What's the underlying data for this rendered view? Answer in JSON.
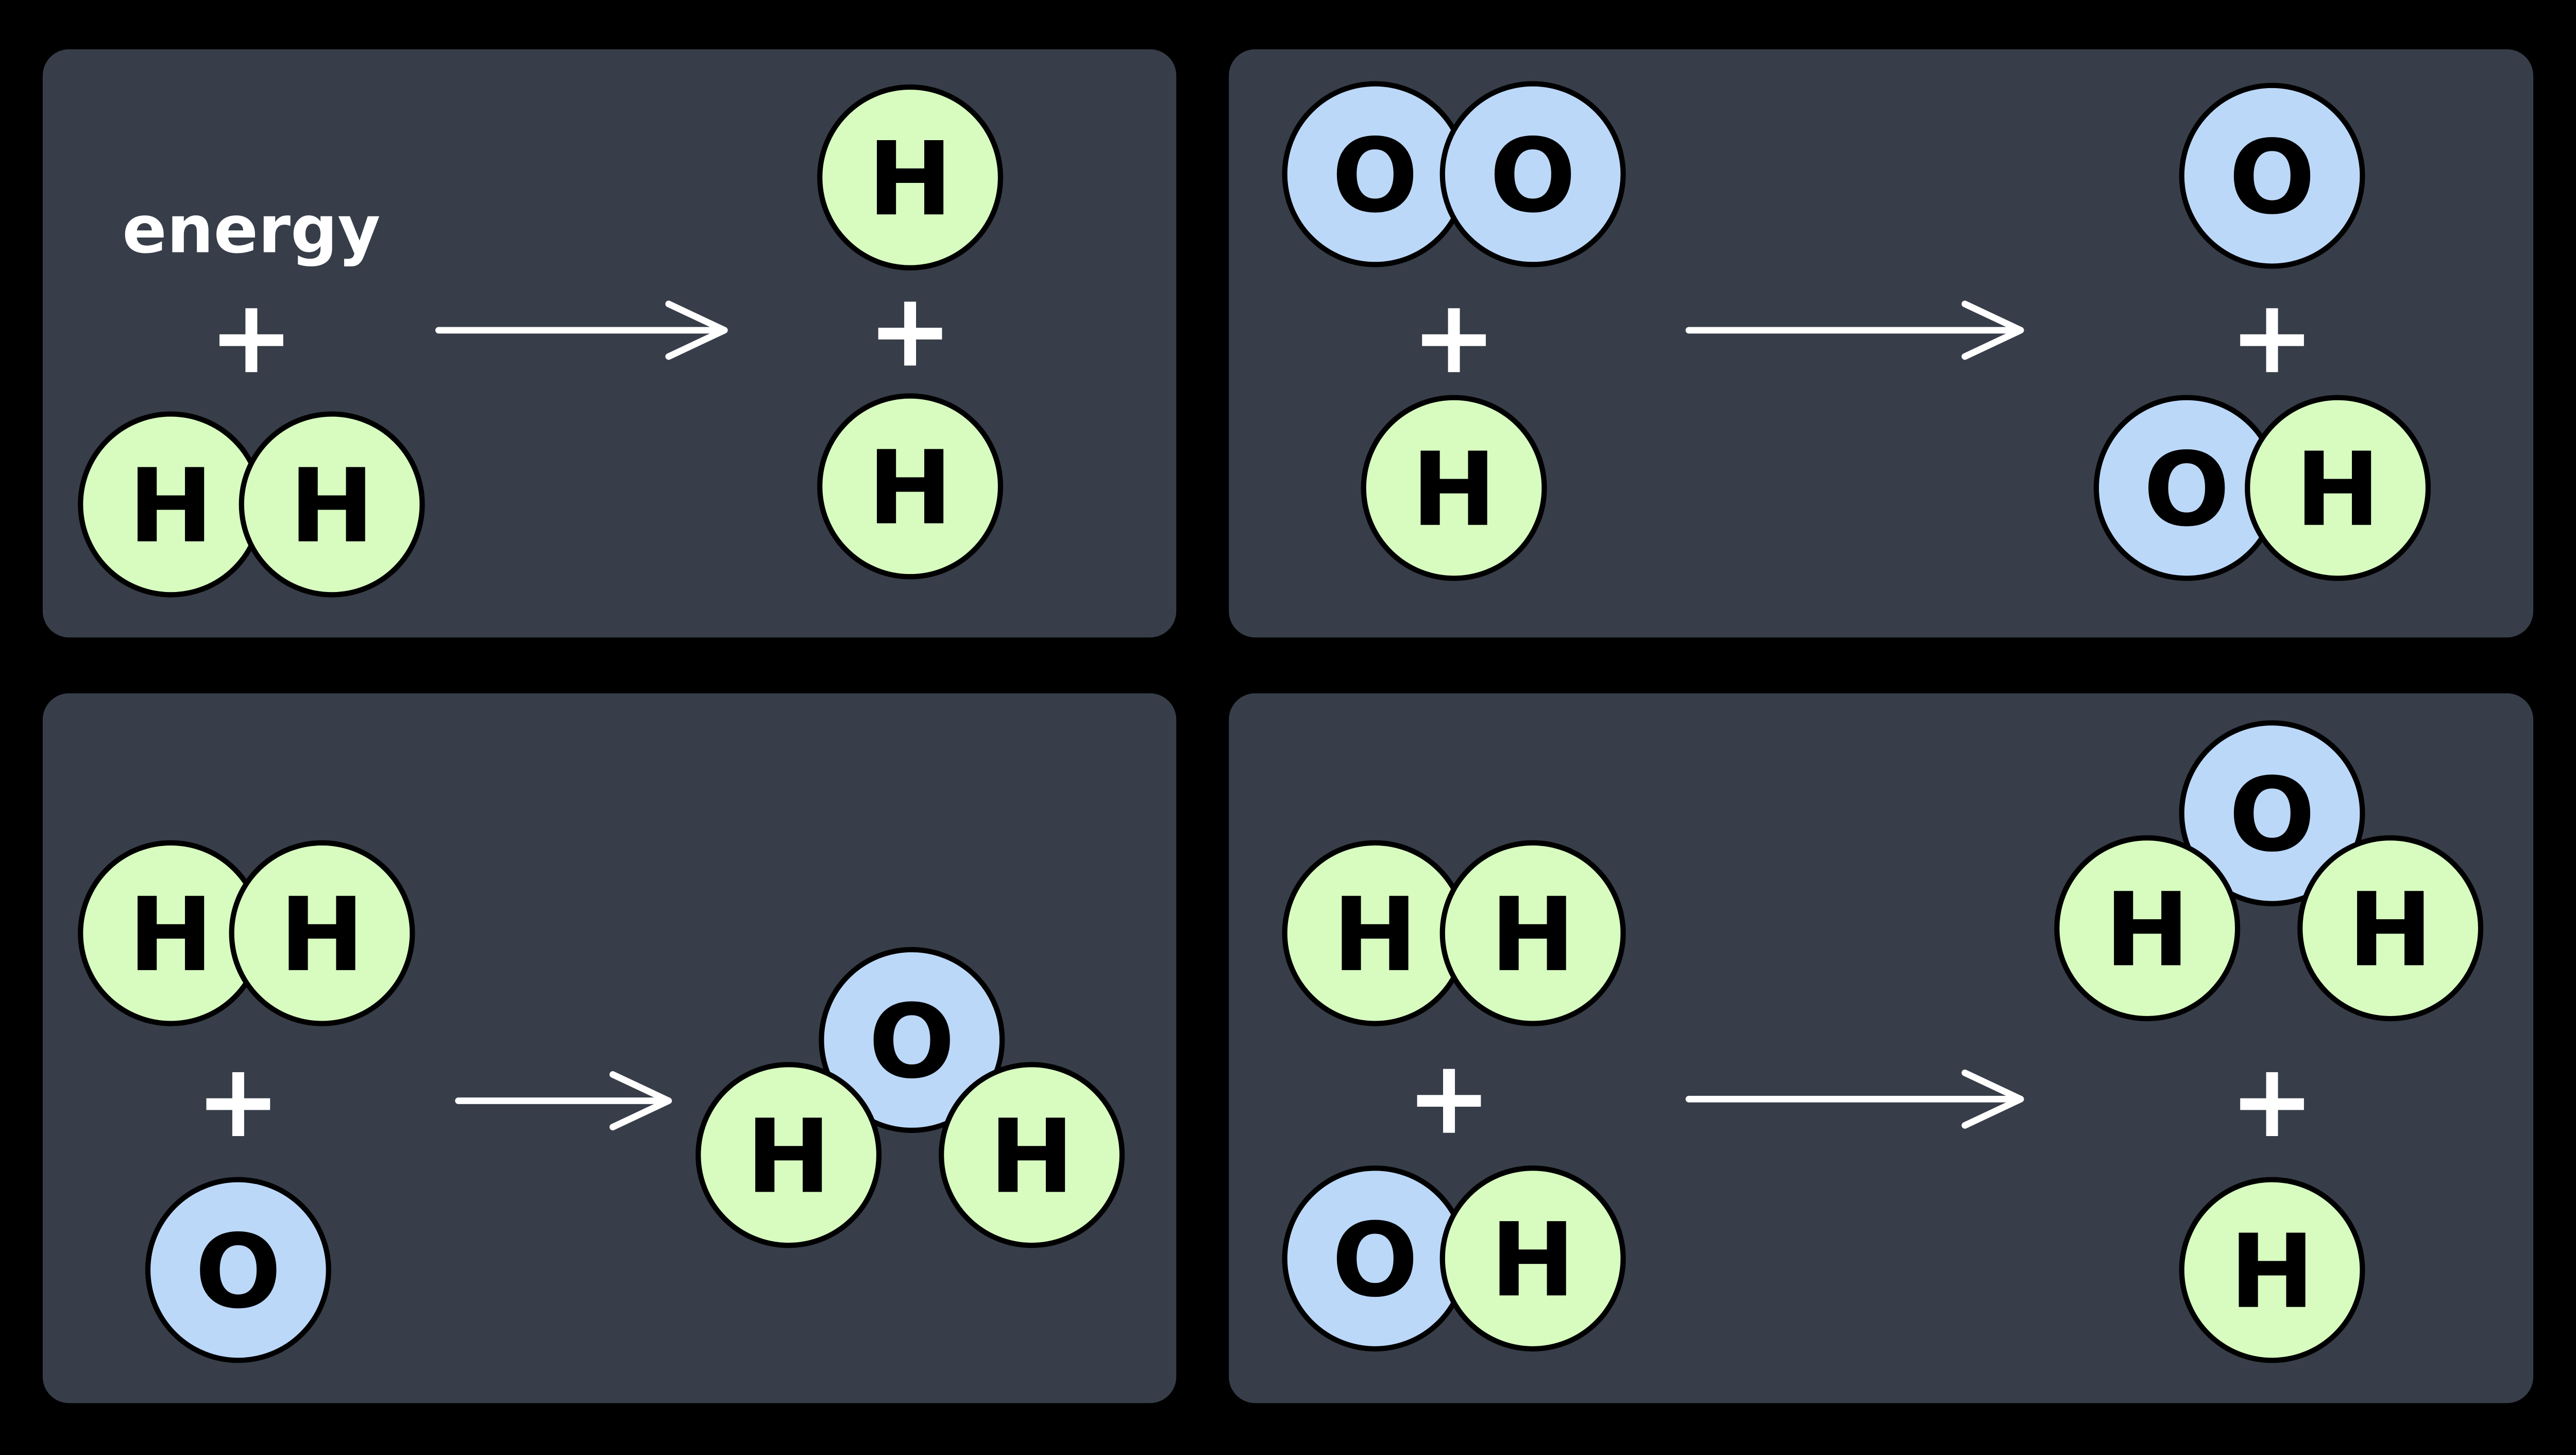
{
  "colors": {
    "background": "#000000",
    "panel": "#373e49",
    "hydrogen": "#d8fcc0",
    "oxygen": "#bcd8f9",
    "outline": "#000000",
    "text_light": "#ffffff"
  },
  "panels": [
    {
      "name": "reaction-h2-dissociation",
      "energy_label": "energy",
      "plus_sign": "+",
      "atoms": [
        {
          "element": "H",
          "label": "H",
          "side": "reactant"
        },
        {
          "element": "H",
          "label": "H",
          "side": "reactant"
        },
        {
          "element": "H",
          "label": "H",
          "side": "product"
        },
        {
          "element": "H",
          "label": "H",
          "side": "product"
        }
      ]
    },
    {
      "name": "reaction-o2-plus-h",
      "plus_sign": "+",
      "atoms": [
        {
          "element": "O",
          "label": "O",
          "side": "reactant"
        },
        {
          "element": "O",
          "label": "O",
          "side": "reactant"
        },
        {
          "element": "H",
          "label": "H",
          "side": "reactant"
        },
        {
          "element": "O",
          "label": "O",
          "side": "product"
        },
        {
          "element": "O",
          "label": "O",
          "side": "product"
        },
        {
          "element": "H",
          "label": "H",
          "side": "product"
        }
      ]
    },
    {
      "name": "reaction-h2-plus-o",
      "plus_sign": "+",
      "atoms": [
        {
          "element": "H",
          "label": "H",
          "side": "reactant"
        },
        {
          "element": "H",
          "label": "H",
          "side": "reactant"
        },
        {
          "element": "O",
          "label": "O",
          "side": "reactant"
        },
        {
          "element": "O",
          "label": "O",
          "side": "product"
        },
        {
          "element": "H",
          "label": "H",
          "side": "product"
        },
        {
          "element": "H",
          "label": "H",
          "side": "product"
        }
      ]
    },
    {
      "name": "reaction-h2-plus-oh",
      "plus_sign": "+",
      "atoms": [
        {
          "element": "H",
          "label": "H",
          "side": "reactant"
        },
        {
          "element": "H",
          "label": "H",
          "side": "reactant"
        },
        {
          "element": "O",
          "label": "O",
          "side": "reactant"
        },
        {
          "element": "H",
          "label": "H",
          "side": "reactant"
        },
        {
          "element": "O",
          "label": "O",
          "side": "product"
        },
        {
          "element": "H",
          "label": "H",
          "side": "product"
        },
        {
          "element": "H",
          "label": "H",
          "side": "product"
        },
        {
          "element": "H",
          "label": "H",
          "side": "product"
        }
      ]
    }
  ]
}
